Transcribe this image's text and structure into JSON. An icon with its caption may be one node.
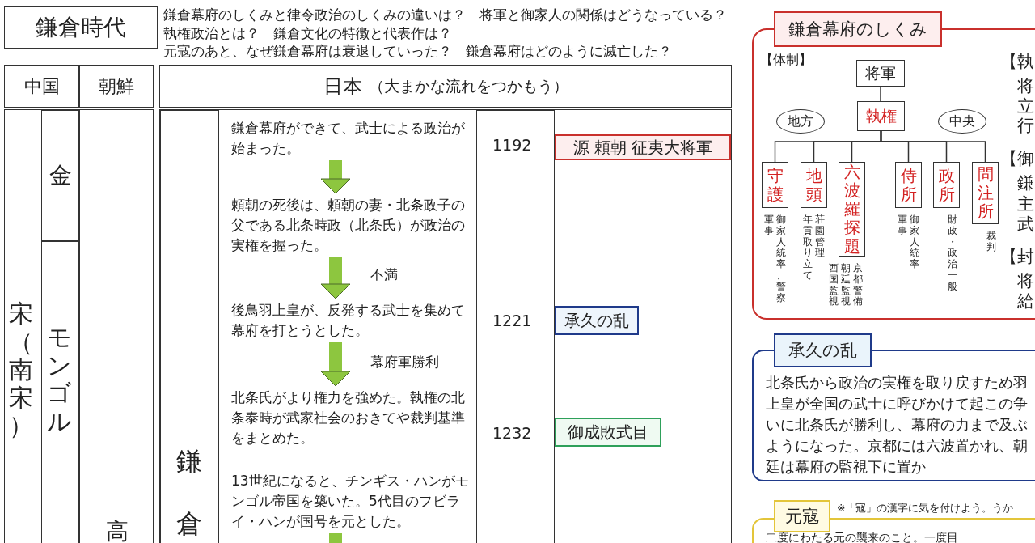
{
  "diagram": {
    "nodes": [
      {
        "text": [
          "鎌倉時代"
        ]
      },
      {
        "text": [
          "中国"
        ]
      },
      {
        "text": [
          "朝鮮"
        ]
      },
      {
        "text": [
          "日本",
          "（大まかな流れをつかもう）"
        ]
      },
      {
        "text": [
          "宋（南宋）"
        ]
      },
      {
        "text": [
          "金"
        ],
        "in": 4
      },
      {
        "text": [
          "モンゴル"
        ],
        "in": 4
      },
      {
        "text": [
          "高"
        ]
      },
      {
        "text": [],
        "shape": "box"
      },
      {
        "text": [
          "鎌倉"
        ],
        "in": 8
      },
      {
        "text": [
          "鎌倉幕府ができて、武士による政治が始まった。"
        ],
        "in": 8
      },
      {
        "text": [
          "頼朝の死後は、頼朝の妻・北条政子の父である北条時政（北条氏）が政治の実権を握った。"
        ],
        "in": 8
      },
      {
        "text": [
          "後鳥羽上皇が、反発する武士を集めて幕府を打とうとした。"
        ],
        "in": 8
      },
      {
        "text": [
          "北条氏がより権力を強めた。執権の北条泰時が武家社会のおきてや裁判基準をまとめた。"
        ],
        "in": 8
      },
      {
        "text": [
          "13世紀になると、チンギス・ハンがモンゴル帝国を築いた。5代目のフビライ・ハンが国号を元とした。"
        ],
        "in": 8
      },
      {
        "text": [
          "1192",
          "1221",
          "1232"
        ],
        "in": 8
      },
      {
        "text": [
          "源 頼朝 征夷大将軍"
        ],
        "in": 8
      },
      {
        "text": [
          "承久の乱"
        ],
        "in": 8
      },
      {
        "text": [
          "御成敗式目"
        ],
        "in": 8
      },
      {
        "text": [
          "鎌倉幕府のしくみ"
        ]
      },
      {
        "text": [
          "将軍"
        ],
        "in": 19
      },
      {
        "text": [
          "執権"
        ],
        "in": 19
      },
      {
        "text": [
          "地方"
        ],
        "in": 19
      },
      {
        "text": [
          "中央"
        ],
        "in": 19
      },
      {
        "text": [
          "守護"
        ],
        "in": 19,
        "beside": [
          "御家人統率、警察",
          "軍事"
        ]
      },
      {
        "text": [
          "地頭"
        ],
        "in": 19,
        "beside": [
          "荘園管理",
          "年貢取り立て"
        ]
      },
      {
        "text": [
          "六波羅探題"
        ],
        "in": 19,
        "beside": [
          "京都警備",
          "朝廷監視",
          "西国監視"
        ]
      },
      {
        "text": [
          "侍所"
        ],
        "in": 19,
        "beside": [
          "御家人統率",
          "軍事"
        ]
      },
      {
        "text": [
          "政所"
        ],
        "in": 19,
        "beside": [
          "財政・政治一般"
        ]
      },
      {
        "text": [
          "問注所"
        ],
        "in": 19,
        "beside": [
          "裁判"
        ]
      },
      {
        "text": [
          "承久の乱",
          "北条氏から政治の実権を取り戻すため羽上皇が全国の武士に呼びかけて起この争いに北条氏が勝利し、幕府の力まで及ぶようになった。京都には六波置かれ、朝廷は幕府の監視下に置か"
        ]
      },
      {
        "text": [
          "元寇",
          "二度にわたる元の襲来のこと。一度目"
        ],
        "beside": [
          "※「寇」の漢字に気を付けよう。うか"
        ]
      }
    ],
    "edges": [
      {
        "from": 10,
        "to": 11,
        "arrow": "to",
        "style": "thick",
        "color": "#8dc63f"
      },
      {
        "from": 11,
        "to": 12,
        "arrow": "to",
        "label": "不満",
        "style": "thick",
        "color": "#8dc63f"
      },
      {
        "from": 12,
        "to": 13,
        "arrow": "to",
        "label": "幕府軍勝利",
        "style": "thick",
        "color": "#8dc63f"
      },
      {
        "from": 14,
        "to": null,
        "arrow": "none",
        "style": "thick",
        "color": "#8dc63f"
      },
      {
        "from": 20,
        "to": 21,
        "arrow": "none"
      },
      {
        "from": 21,
        "to": 24,
        "arrow": "none"
      },
      {
        "from": 21,
        "to": 25,
        "arrow": "none"
      },
      {
        "from": 21,
        "to": 26,
        "arrow": "none"
      },
      {
        "from": 21,
        "to": 27,
        "arrow": "none"
      },
      {
        "from": 21,
        "to": 28,
        "arrow": "none"
      },
      {
        "from": 21,
        "to": 29,
        "arrow": "none"
      }
    ],
    "labels": [
      "鎌倉幕府のしくみと律令政治のしくみの違いは？　将軍と御家人の関係はどうなっている？",
      "執権政治とは？　鎌倉文化の特徴と代表作は？",
      "元寇のあと、なぜ鎌倉幕府は衰退していった？　鎌倉幕府はどのように滅亡した？",
      "【体制】",
      "【執",
      "将",
      "立",
      "行",
      "【御",
      "鎌",
      "主",
      "武",
      "【封",
      "将",
      "給"
    ]
  }
}
